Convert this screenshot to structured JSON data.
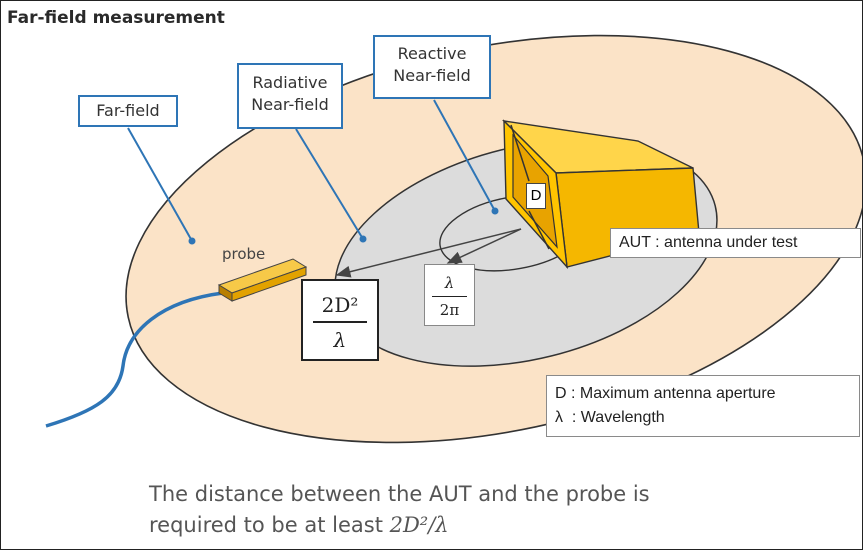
{
  "title": "Far-field measurement",
  "labels": {
    "far_field": "Far-field",
    "radiative_line1": "Radiative",
    "radiative_line2": "Near-field",
    "reactive_line1": "Reactive",
    "reactive_line2": "Near-field",
    "probe": "probe",
    "d": "D",
    "aut": "AUT : antenna under test"
  },
  "formulas": {
    "far_distance_num": "2D²",
    "far_distance_den": "λ",
    "reactive_num": "λ",
    "reactive_den": "2π"
  },
  "legend": {
    "line1": "D : Maximum antenna aperture",
    "line2": "λ  : Wavelength"
  },
  "caption": {
    "line1": "The distance between the AUT and the probe is",
    "line2_prefix": "required to be at least ",
    "line2_math": "2D²/λ"
  },
  "colors": {
    "far_field": "#fbe3c7",
    "radiative": "#dcdcdc",
    "antenna": "#f5b700",
    "leader": "#2e75b6",
    "cable": "#2e75b6"
  }
}
